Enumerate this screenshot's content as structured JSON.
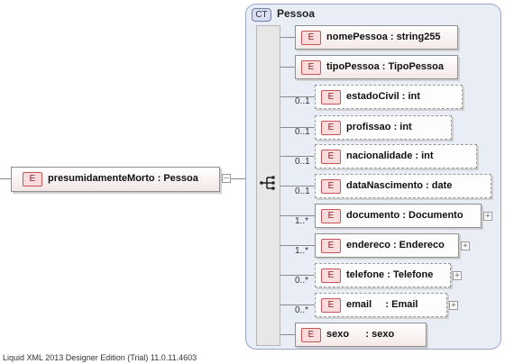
{
  "complex_type": {
    "badge": "CT",
    "name": "Pessoa"
  },
  "root_element": {
    "badge": "E",
    "label": "presumidamenteMorto : Pessoa",
    "expander": "–"
  },
  "elements": [
    {
      "badge": "E",
      "label": "nomePessoa : string255",
      "occurs": ""
    },
    {
      "badge": "E",
      "label": "tipoPessoa : TipoPessoa",
      "occurs": ""
    },
    {
      "badge": "E",
      "label": "estadoCivil : int",
      "occurs": "0..1"
    },
    {
      "badge": "E",
      "label": "profissao : int",
      "occurs": "0..1"
    },
    {
      "badge": "E",
      "label": "nacionalidade : int",
      "occurs": "0..1"
    },
    {
      "badge": "E",
      "label": "dataNascimento : date",
      "occurs": "0..1"
    },
    {
      "badge": "E",
      "label": "documento : Documento",
      "occurs": "1..*",
      "expander": "+"
    },
    {
      "badge": "E",
      "label": "endereco : Endereco",
      "occurs": "1..*",
      "expander": "+"
    },
    {
      "badge": "E",
      "label": "telefone : Telefone",
      "occurs": "0..*",
      "expander": "+"
    },
    {
      "badge": "E",
      "label": "email     : Email",
      "occurs": "0..*",
      "expander": "+"
    },
    {
      "badge": "E",
      "label": "sexo      : sexo",
      "occurs": ""
    }
  ],
  "footer": "Liquid XML 2013 Designer Edition (Trial) 11.0.11.4603",
  "icons": {
    "sequence": "sequence-compositor-icon"
  },
  "colors": {
    "ct_background": "#e9edf6",
    "element_badge": "#c85555",
    "sequence_bar": "#e7e7e7"
  }
}
